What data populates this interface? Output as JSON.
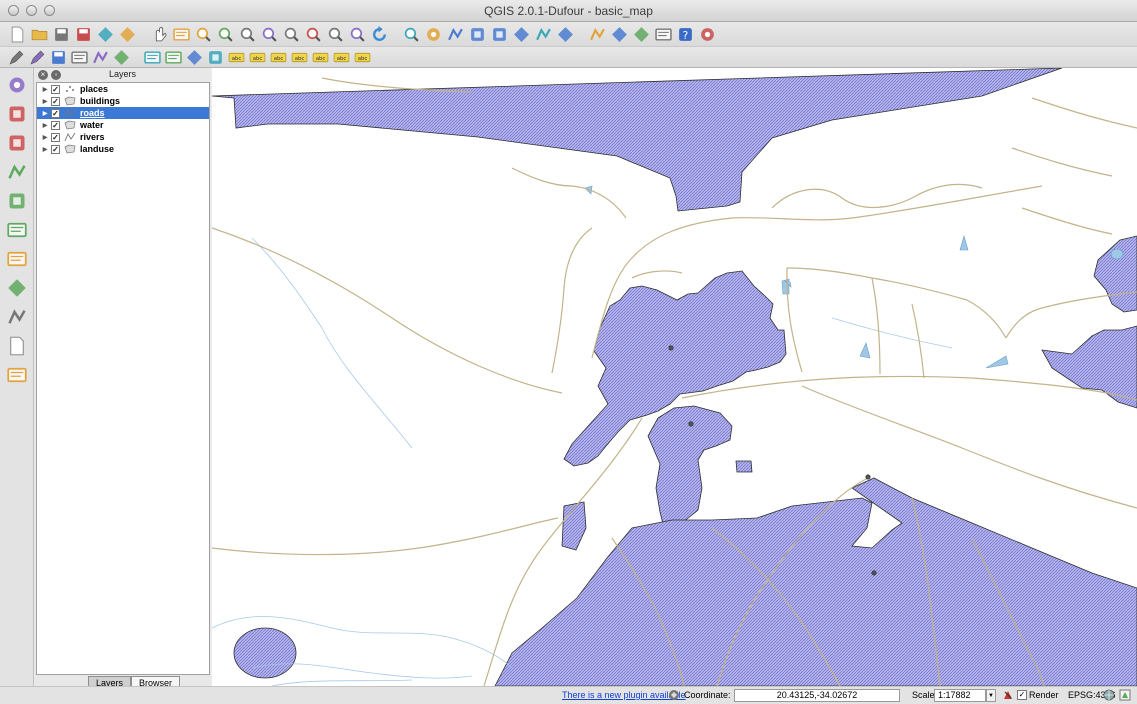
{
  "window": {
    "title": "QGIS 2.0.1-Dufour - basic_map"
  },
  "toolbar": {
    "row1": [
      "new-project-icon",
      "open-folder-icon",
      "save-icon",
      "save-as-icon",
      "print-composer-icon",
      "composer-manager-icon",
      "pan-hand-icon",
      "pan-to-selection-icon",
      "zoom-in-icon",
      "zoom-out-icon",
      "zoom-actual-icon",
      "zoom-full-icon",
      "zoom-selection-icon",
      "zoom-layer-icon",
      "zoom-last-icon",
      "zoom-next-icon",
      "refresh-icon",
      "identify-icon",
      "select-tool-icon",
      "select-dropdown-icon",
      "deselect-icon",
      "expression-select-icon",
      "attribute-table-icon",
      "field-calculator-icon",
      "measure-icon",
      "map-tips-icon",
      "bookmark-new-icon",
      "bookmarks-icon",
      "text-annotation-icon",
      "help-icon",
      "whats-this-icon"
    ],
    "row2": [
      "edit-pencil-icon",
      "toggle-edit-icon",
      "save-edits-icon",
      "digitize-point-icon",
      "node-tool-icon",
      "move-feature-icon",
      "delete-selected-icon",
      "cut-features-icon",
      "copy-features-icon",
      "paste-features-icon",
      "label-icon",
      "label-pin-icon",
      "label-show-hide-icon",
      "label-move-icon",
      "label-rotate-icon",
      "label-change-icon",
      "label-highlight-icon"
    ]
  },
  "left_tools": [
    "add-vector-layer-icon",
    "add-raster-layer-icon",
    "add-postgis-layer-icon",
    "add-spatialite-layer-icon",
    "add-mssql-layer-icon",
    "add-wms-layer-icon",
    "add-wcs-layer-icon",
    "add-wfs-layer-icon",
    "add-delimited-text-icon",
    "new-shapefile-icon",
    "remove-layer-icon"
  ],
  "layers_panel": {
    "title": "Layers",
    "layers": [
      {
        "name": "places",
        "icon": "point-layer-icon",
        "checked": true,
        "selected": false
      },
      {
        "name": "buildings",
        "icon": "polygon-layer-icon",
        "checked": true,
        "selected": false
      },
      {
        "name": "roads",
        "icon": "line-layer-icon",
        "checked": true,
        "selected": true
      },
      {
        "name": "water",
        "icon": "polygon-layer-icon",
        "checked": true,
        "selected": false
      },
      {
        "name": "rivers",
        "icon": "line-layer-icon",
        "checked": true,
        "selected": false
      },
      {
        "name": "landuse",
        "icon": "polygon-layer-icon",
        "checked": true,
        "selected": false
      }
    ],
    "tabs": [
      {
        "label": "Layers",
        "active": true
      },
      {
        "label": "Browser",
        "active": false
      }
    ]
  },
  "colors": {
    "polygon_fill": "#a6a6e8",
    "polygon_stroke": "#2d2d2d",
    "road": "#c2b38a",
    "river": "#a7c8ea",
    "water": "#9fc8e6",
    "selection": "#3c78d6"
  },
  "status": {
    "plugin_notice": "There is a new plugin available",
    "coordinate_label": "Coordinate:",
    "coordinate_value": "20.43125,-34.02672",
    "scale_label": "Scale",
    "scale_value": "1:17882",
    "render_label": "Render",
    "render_checked": true,
    "crs": "EPSG:4326"
  }
}
